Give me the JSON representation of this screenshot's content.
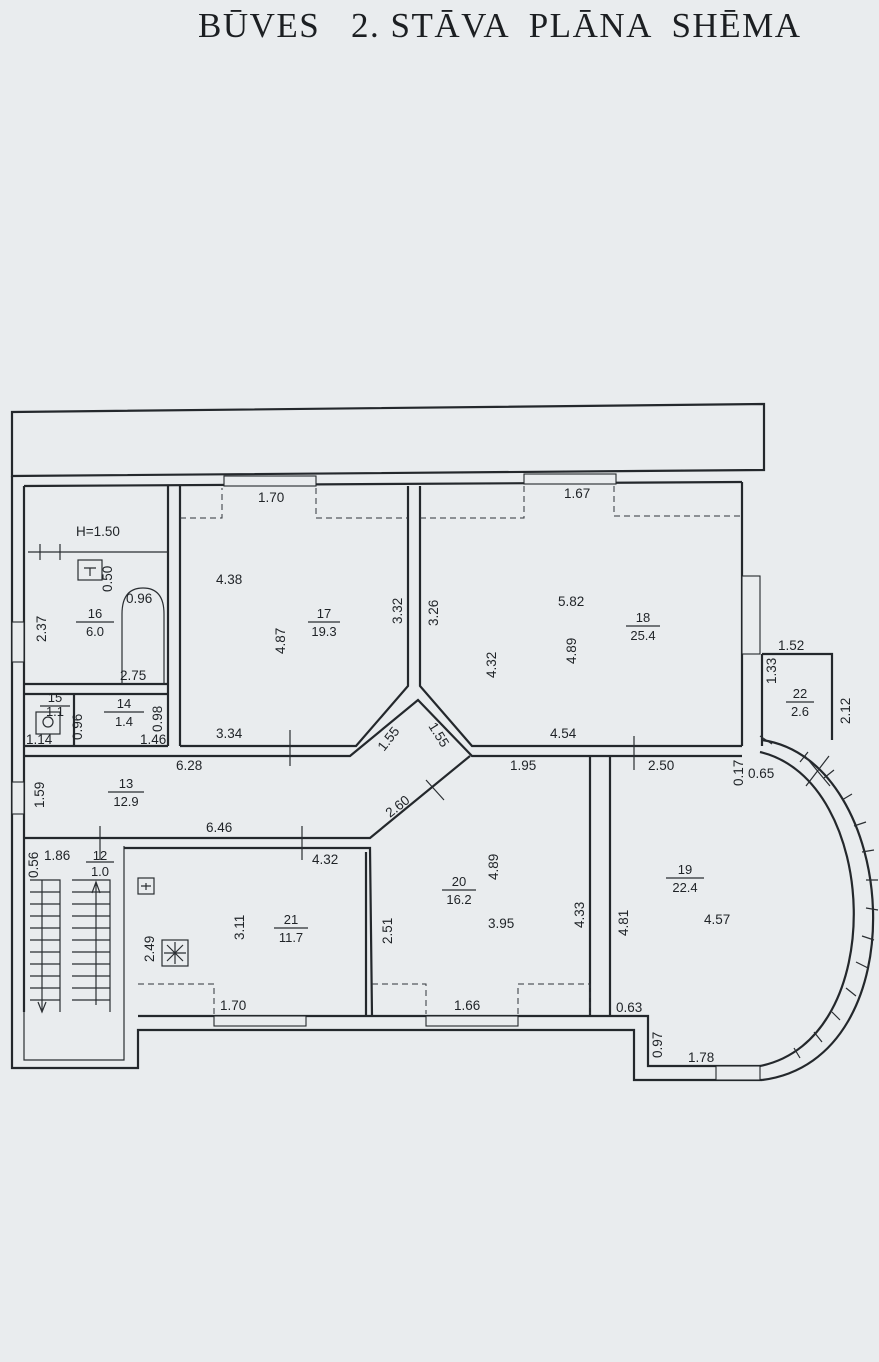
{
  "title": "BŪVES   2. STĀVA  PLĀNA  SHĒMA",
  "height_note": "H=1.50",
  "rooms": [
    {
      "num": "16",
      "area": "6.0"
    },
    {
      "num": "17",
      "area": "19.3"
    },
    {
      "num": "18",
      "area": "25.4"
    },
    {
      "num": "22",
      "area": "2.6"
    },
    {
      "num": "15",
      "area": "1.1"
    },
    {
      "num": "14",
      "area": "1.4"
    },
    {
      "num": "13",
      "area": "12.9"
    },
    {
      "num": "12",
      "area": "1.0"
    },
    {
      "num": "21",
      "area": "11.7"
    },
    {
      "num": "20",
      "area": "16.2"
    },
    {
      "num": "19",
      "area": "22.4"
    }
  ],
  "dimensions": {
    "d170_top": "1.70",
    "d167": "1.67",
    "d438": "4.38",
    "d050": "0.50",
    "d237": "2.37",
    "d096a": "0.96",
    "d487": "4.87",
    "d332": "3.32",
    "d326": "3.26",
    "d582": "5.82",
    "d432a": "4.32",
    "d489a": "4.89",
    "d152": "1.52",
    "d133": "1.33",
    "d212": "2.12",
    "d275": "2.75",
    "d096b": "0.96",
    "d098": "0.98",
    "d114": "1.14",
    "d146": "1.46",
    "d334": "3.34",
    "d155a": "1.55",
    "d155b": "1.55",
    "d454": "4.54",
    "d628": "6.28",
    "d195": "1.95",
    "d250": "2.50",
    "d017": "0.17",
    "d065": "0.65",
    "d159": "1.59",
    "d260": "2.60",
    "d646": "6.46",
    "d056": "0.56",
    "d186": "1.86",
    "d432b": "4.32",
    "d489b": "4.89",
    "d311": "3.11",
    "d249": "2.49",
    "d251": "2.51",
    "d395": "3.95",
    "d433": "4.33",
    "d481": "4.81",
    "d457": "4.57",
    "d170_bot": "1.70",
    "d166": "1.66",
    "d063": "0.63",
    "d097": "0.97",
    "d178": "1.78"
  }
}
